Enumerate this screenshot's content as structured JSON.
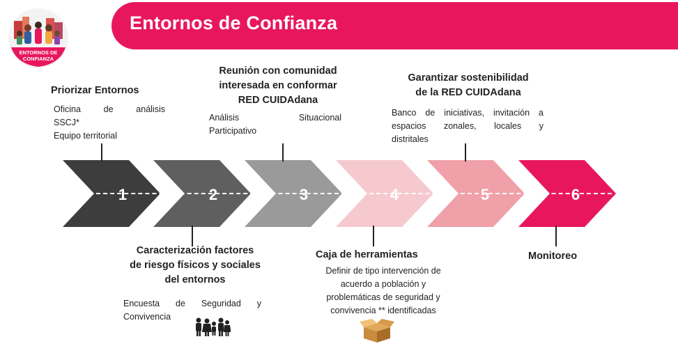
{
  "header": {
    "title": "Entornos de Confianza",
    "logo_text": [
      "ENTORNOS DE",
      "CONFIANZA"
    ],
    "accent_color": "#e8175d"
  },
  "steps": [
    {
      "number": "1",
      "color": "#3d3d3d",
      "title_lines": [
        "Priorizar Entornos"
      ],
      "desc_lines": [
        "Oficina de análisis",
        "SSCJ*",
        "Equipo territorial"
      ]
    },
    {
      "number": "2",
      "color": "#5f5f5f",
      "title_lines": [
        "Caracterización factores",
        "de riesgo físicos y sociales",
        "del entornos"
      ],
      "desc_lines": [
        "Encuesta de Seguridad y",
        "Convivencia"
      ],
      "icon": "people-group-icon"
    },
    {
      "number": "3",
      "color": "#9a9a9a",
      "title_lines": [
        "Reunión con comunidad",
        "interesada en conformar",
        "RED CUIDAdana"
      ],
      "desc_lines": [
        "Análisis Situacional",
        "Participativo"
      ]
    },
    {
      "number": "4",
      "color": "#f6c9cf",
      "title_lines": [
        "Caja de herramientas"
      ],
      "desc_lines": [
        "Definir de tipo intervención de",
        "acuerdo a población y",
        "problemáticas de seguridad y",
        "convivencia ** identificadas"
      ],
      "icon": "open-box-icon"
    },
    {
      "number": "5",
      "color": "#f0a0a8",
      "title_lines": [
        "Garantizar sostenibilidad",
        "de la RED CUIDAdana"
      ],
      "desc_lines": [
        "Banco de iniciativas, invitación a",
        "espacios zonales, locales y",
        "distritales"
      ]
    },
    {
      "number": "6",
      "color": "#e8175d",
      "title_lines": [
        "Monitoreo"
      ],
      "desc_lines": []
    }
  ]
}
